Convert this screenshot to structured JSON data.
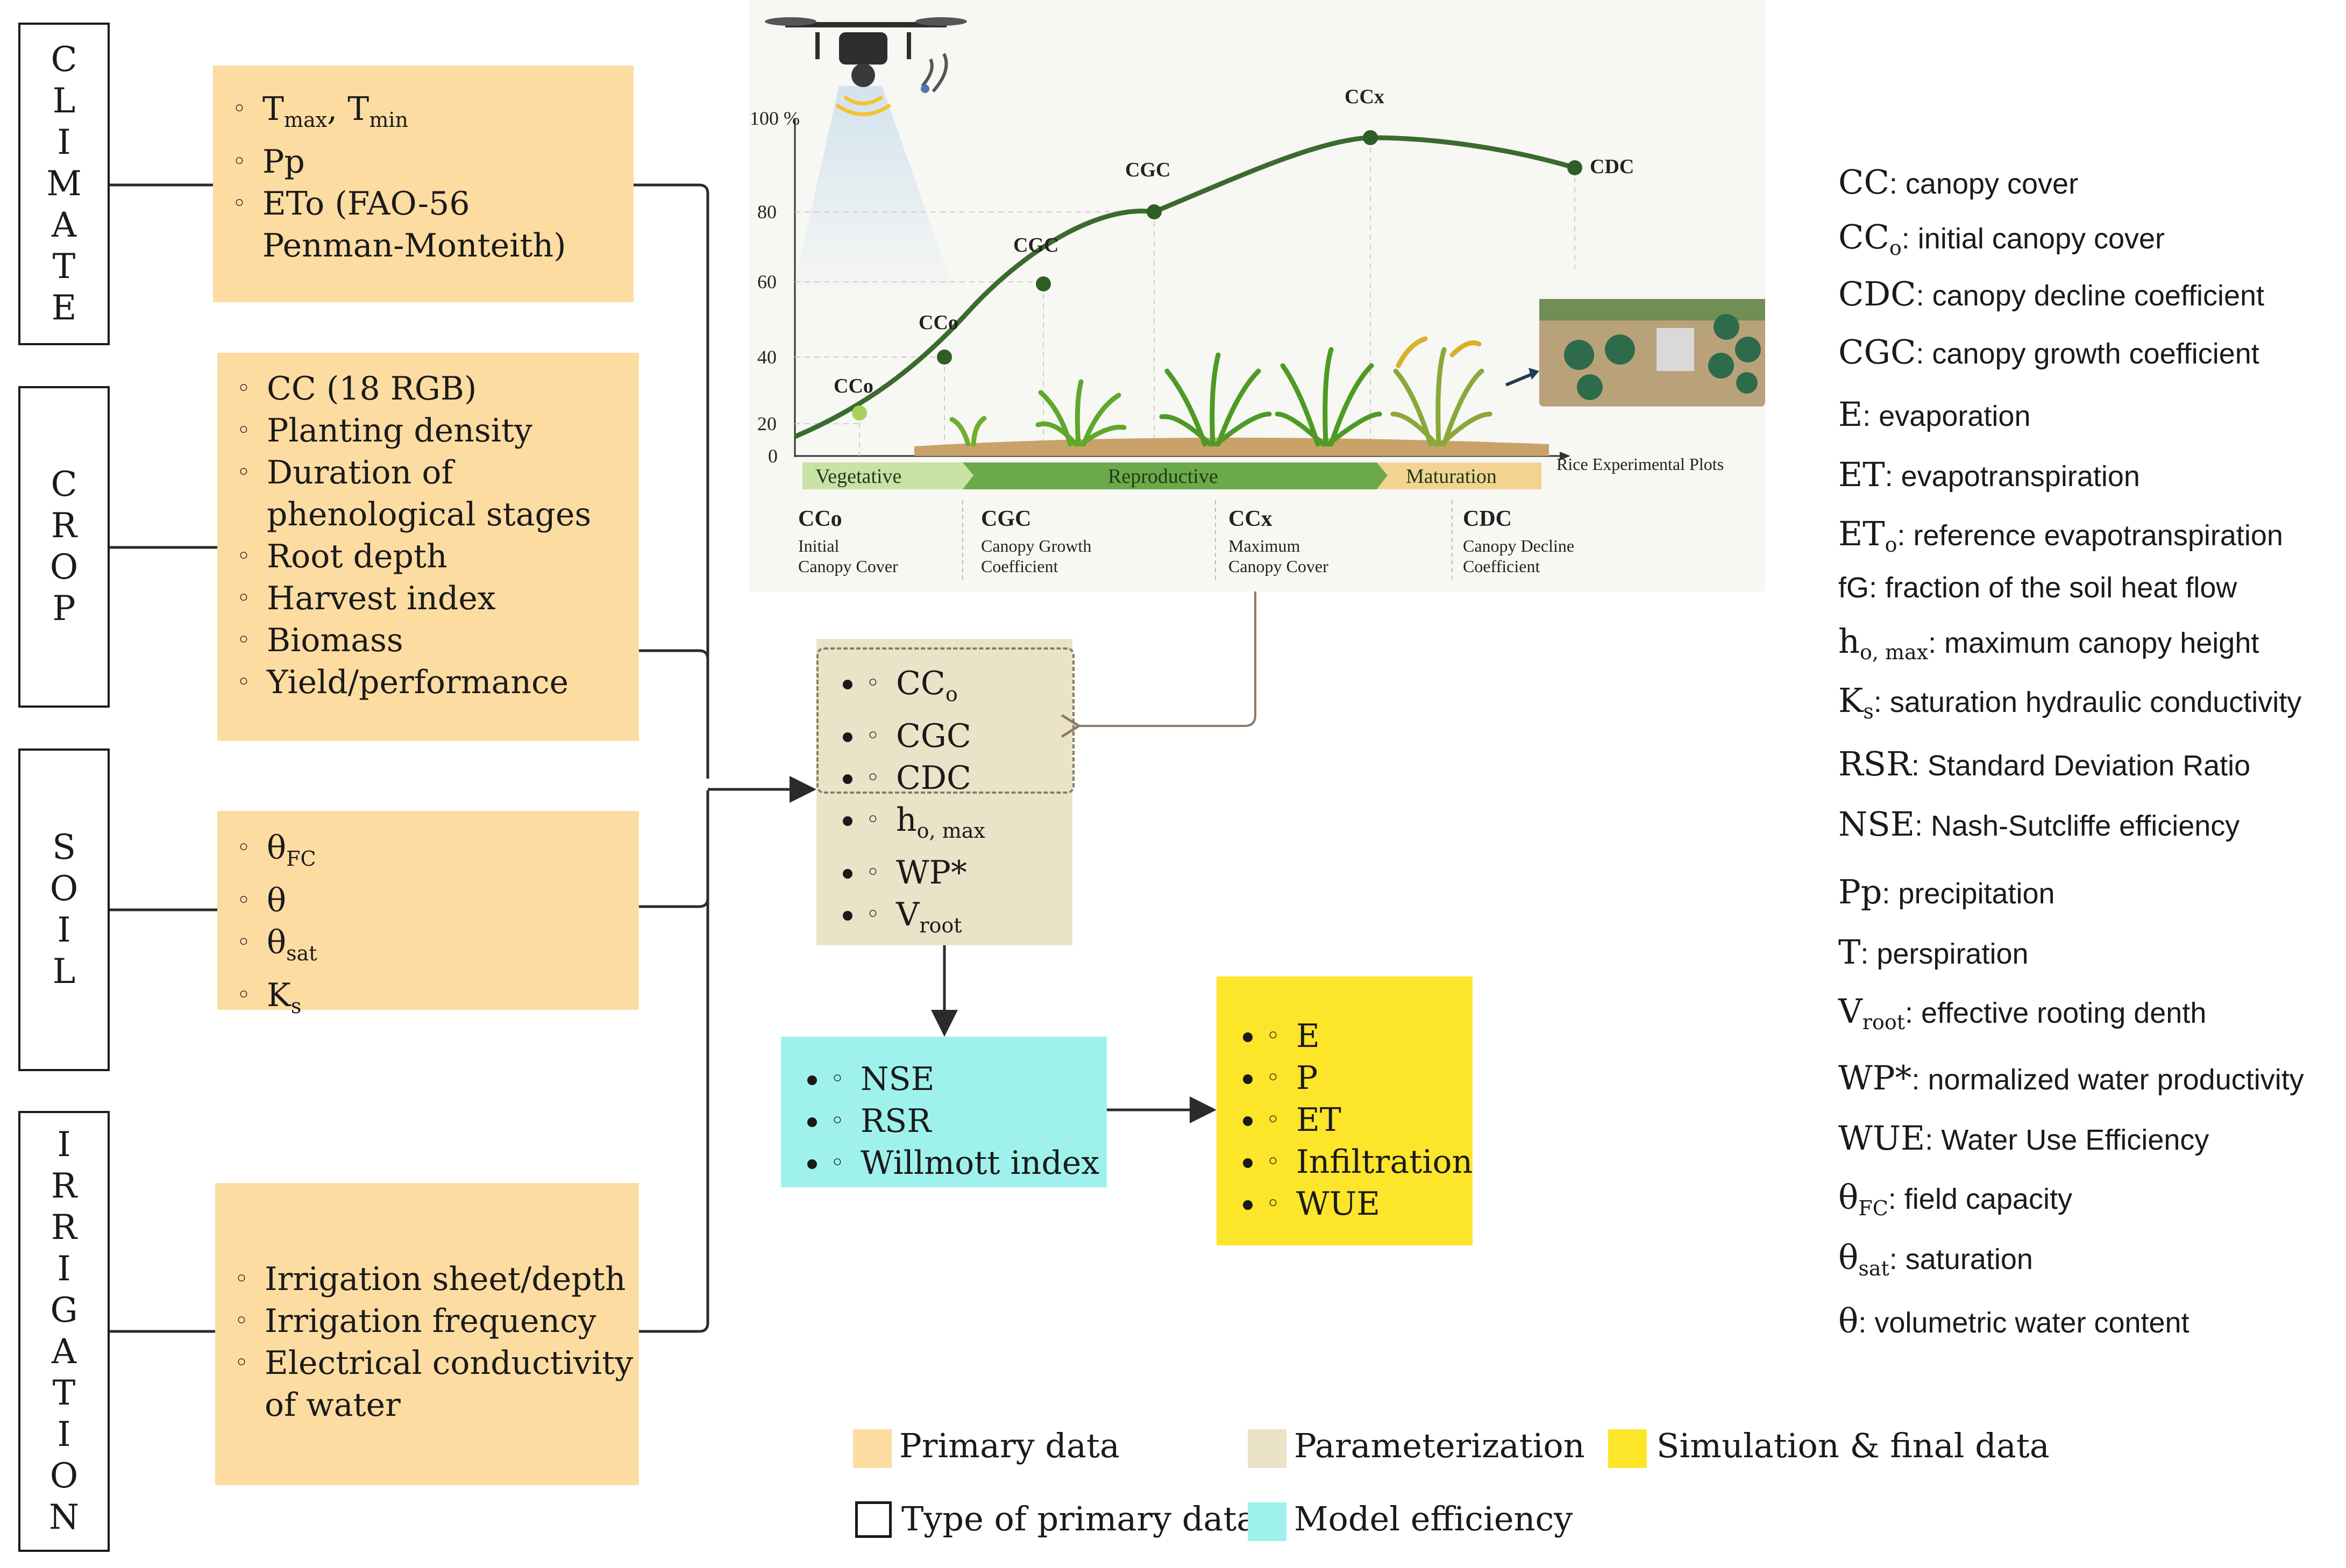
{
  "categories": [
    {
      "id": "climate",
      "letters": [
        "C",
        "L",
        "I",
        "M",
        "A",
        "T",
        "E"
      ]
    },
    {
      "id": "crop",
      "letters": [
        "C",
        "R",
        "O",
        "P"
      ]
    },
    {
      "id": "soil",
      "letters": [
        "S",
        "O",
        "I",
        "L"
      ]
    },
    {
      "id": "irrigation",
      "letters": [
        "I",
        "R",
        "R",
        "I",
        "G",
        "A",
        "T",
        "I",
        "O",
        "N"
      ]
    }
  ],
  "primary": {
    "climate": {
      "tmax_base": "T",
      "tmax_sub": "max",
      "tmax_mid": ", T",
      "tmin_sub": "min",
      "pp": "Pp",
      "eto_1": "ETo (FAO-56",
      "eto_2": "Penman-Monteith)"
    },
    "crop": [
      "CC (18 RGB)",
      "Planting density",
      "Duration of",
      "phenological stages",
      "Root depth",
      "Harvest index",
      "Biomass",
      "Yield/performance"
    ],
    "soil": {
      "thfc_base": "θ",
      "thfc_sub": "FC",
      "th": "θ",
      "thsat_base": "θ",
      "thsat_sub": "sat",
      "ks_base": "K",
      "ks_sub": "s"
    },
    "irrigation": [
      "Irrigation sheet/depth",
      "Irrigation frequency",
      "Electrical conductivity",
      "of water"
    ]
  },
  "parameterization": {
    "cco_base": "CC",
    "cco_sub": "o",
    "cgc": "CGC",
    "cdc": "CDC",
    "h_base": "h",
    "h_sub": "o, max",
    "wp": "WP*",
    "v_base": "V",
    "v_sub": "root"
  },
  "efficiency": [
    "NSE",
    "RSR",
    "Willmott index"
  ],
  "simulation": [
    "E",
    "P",
    "ET",
    "Infiltration",
    "WUE"
  ],
  "chart": {
    "y_axis_label": "100 %",
    "y_ticks": [
      "80",
      "60",
      "40",
      "20",
      "0"
    ],
    "points": [
      "CCo",
      "CCo",
      "CGC",
      "CGC",
      "CCx",
      "CDC"
    ],
    "phases": [
      "Vegetative",
      "Reproductive",
      "Maturation"
    ],
    "plots_label": "Rice Experimental Plots",
    "captions": [
      {
        "abbr": "CCo",
        "l1": "Initial",
        "l2": "Canopy Cover"
      },
      {
        "abbr": "CGC",
        "l1": "Canopy Growth",
        "l2": "Coefficient"
      },
      {
        "abbr": "CCx",
        "l1": "Maximum",
        "l2": "Canopy Cover"
      },
      {
        "abbr": "CDC",
        "l1": "Canopy Decline",
        "l2": "Coefficient"
      }
    ]
  },
  "glossary": [
    {
      "k": "CC",
      "ks": "",
      "d": ": canopy cover"
    },
    {
      "k": "CC",
      "ks": "o",
      "d": ": initial canopy cover"
    },
    {
      "k": "CDC",
      "ks": "",
      "d": ": canopy decline coefficient"
    },
    {
      "k": "CGC",
      "ks": "",
      "d": ": canopy growth coefficient"
    },
    {
      "k": "E",
      "ks": "",
      "d": ": evaporation"
    },
    {
      "k": "ET",
      "ks": "",
      "d": ": evapotranspiration"
    },
    {
      "k": "ET",
      "ks": "o",
      "d": ": reference evapotranspiration"
    },
    {
      "k": "fG",
      "ks": "",
      "d": ": fraction of the soil heat flow"
    },
    {
      "k": "h",
      "ks": "o, max",
      "d": ": maximum canopy height"
    },
    {
      "k": "K",
      "ks": "s",
      "d": ": saturation hydraulic conductivity"
    },
    {
      "k": "RSR",
      "ks": "",
      "d": ": Standard Deviation Ratio"
    },
    {
      "k": "NSE",
      "ks": "",
      "d": ": Nash-Sutcliffe efficiency"
    },
    {
      "k": "Pp",
      "ks": "",
      "d": ": precipitation"
    },
    {
      "k": "T",
      "ks": "",
      "d": ": perspiration"
    },
    {
      "k": "V",
      "ks": "root",
      "d": ": effective rooting denth"
    },
    {
      "k": "WP*",
      "ks": "",
      "d": ": normalized water productivity"
    },
    {
      "k": "WUE",
      "ks": "",
      "d": ": Water Use Efficiency"
    },
    {
      "k": "θ",
      "ks": "FC",
      "d": ": field capacity"
    },
    {
      "k": "θ",
      "ks": "sat",
      "d": ": saturation"
    },
    {
      "k": "θ",
      "ks": "",
      "d": ": volumetric water content"
    }
  ],
  "legend": {
    "primary": "Primary data",
    "param": "Parameterization",
    "sim": "Simulation & final data",
    "type": "Type of primary data",
    "eff": "Model efficiency",
    "colors": {
      "primary": "#fddca2",
      "param": "#ebe3c8",
      "sim": "#fde52a",
      "eff": "#9ff2ec"
    }
  }
}
